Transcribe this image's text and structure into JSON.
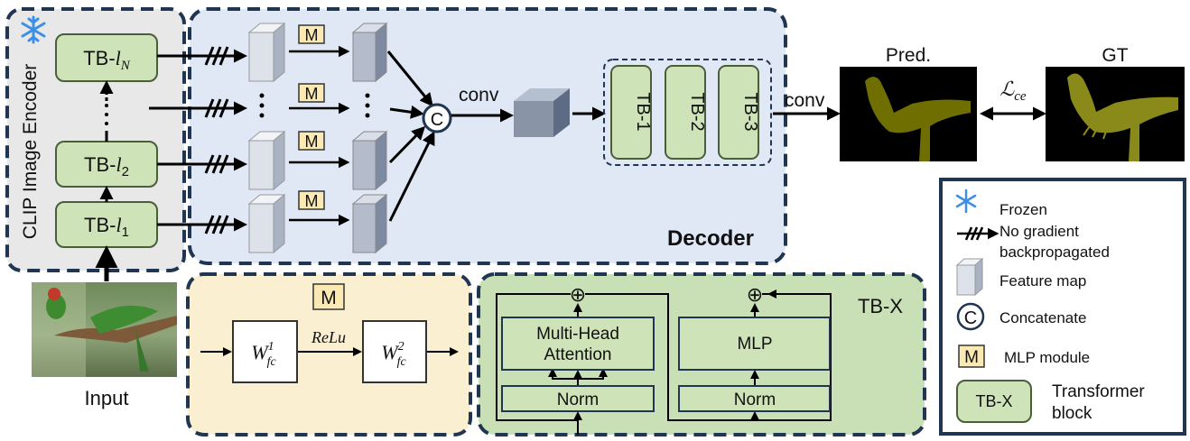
{
  "encoder": {
    "title": "CLIP Image Encoder",
    "block_prefix": "TB-",
    "block_var": "l",
    "blocks": [
      {
        "sub": "N"
      },
      {
        "sub": "2"
      },
      {
        "sub": "1"
      }
    ],
    "icon": "snowflake-icon"
  },
  "input_label": "Input",
  "decoder": {
    "title": "Decoder",
    "mlp_tag": "M",
    "concat_symbol": "C",
    "conv_label": "conv",
    "tb_blocks": [
      "TB-1",
      "TB-2",
      "TB-3"
    ],
    "out_conv_label": "conv"
  },
  "outputs": {
    "pred_label": "Pred.",
    "gt_label": "GT",
    "loss_symbol": "ℒ",
    "loss_sub": "ce"
  },
  "mlp_panel": {
    "tag": "M",
    "w_symbol": "W",
    "w1_sup": "1",
    "w2_sup": "2",
    "w_sub": "fc",
    "activation": "ReLu"
  },
  "tb_panel": {
    "title": "TB-X",
    "plus_symbol": "⊕",
    "attention_line1": "Multi-Head",
    "attention_line2": "Attention",
    "norm1": "Norm",
    "mlp": "MLP",
    "norm2": "Norm"
  },
  "legend": {
    "frozen": "Frozen",
    "no_grad_line1": "No gradient",
    "no_grad_line2": "backpropagated",
    "feature_map": "Feature map",
    "concat_symbol": "C",
    "concatenate": "Concatenate",
    "mlp_tag": "M",
    "mlp_module": "MLP module",
    "tb_tag": "TB-X",
    "transformer_line1": "Transformer",
    "transformer_line2": "block"
  },
  "colors": {
    "encoder_bg": "#e8e8e8",
    "decoder_bg": "#dfe8f4",
    "mlp_bg": "#fbefd2",
    "tb_bg": "#c9dfb5",
    "block_fill": "#cfe3b8",
    "block_stroke": "#4a5e3c",
    "border": "#1f3552",
    "tag_fill": "#fbe9b4",
    "snowflake": "#3c8ee6",
    "pred_color": "#6f6e00",
    "gt_color": "#8a8a1a"
  }
}
